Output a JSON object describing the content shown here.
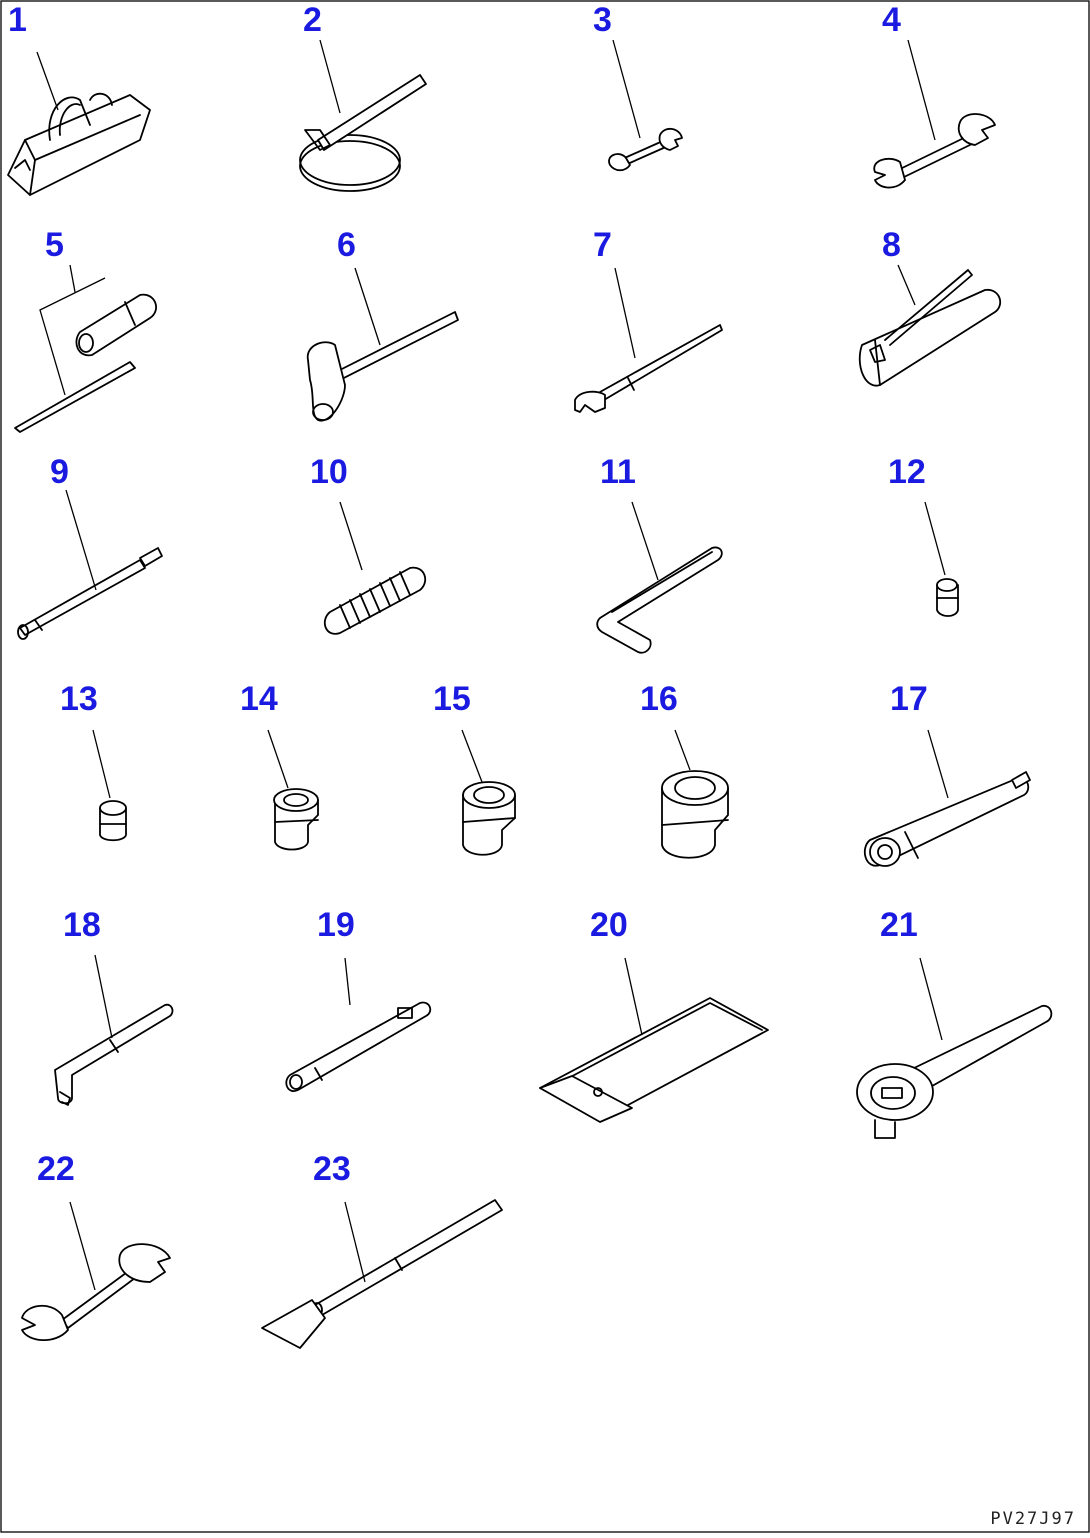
{
  "parts": [
    {
      "label": "1",
      "icon": "tool-bag-icon"
    },
    {
      "label": "2",
      "icon": "filter-wrench-icon"
    },
    {
      "label": "3",
      "icon": "small-spanner-icon"
    },
    {
      "label": "4",
      "icon": "spanner-icon"
    },
    {
      "label": "5",
      "icon": "socket-and-bar-icon"
    },
    {
      "label": "6",
      "icon": "hammer-icon"
    },
    {
      "label": "7",
      "icon": "pry-bar-icon"
    },
    {
      "label": "8",
      "icon": "tool-pouch-icon"
    },
    {
      "label": "9",
      "icon": "screwdriver-icon"
    },
    {
      "label": "10",
      "icon": "grip-handle-icon"
    },
    {
      "label": "11",
      "icon": "hex-key-icon"
    },
    {
      "label": "12",
      "icon": "tiny-socket-icon"
    },
    {
      "label": "13",
      "icon": "small-socket-icon"
    },
    {
      "label": "14",
      "icon": "socket-icon"
    },
    {
      "label": "15",
      "icon": "medium-socket-icon"
    },
    {
      "label": "16",
      "icon": "large-socket-icon"
    },
    {
      "label": "17",
      "icon": "socket-wrench-icon"
    },
    {
      "label": "18",
      "icon": "l-wrench-icon"
    },
    {
      "label": "19",
      "icon": "extension-bar-icon"
    },
    {
      "label": "20",
      "icon": "manual-folder-icon"
    },
    {
      "label": "21",
      "icon": "ratchet-handle-icon"
    },
    {
      "label": "22",
      "icon": "large-spanner-icon"
    },
    {
      "label": "23",
      "icon": "scraper-icon"
    }
  ],
  "drawing_code": "PV27J97"
}
